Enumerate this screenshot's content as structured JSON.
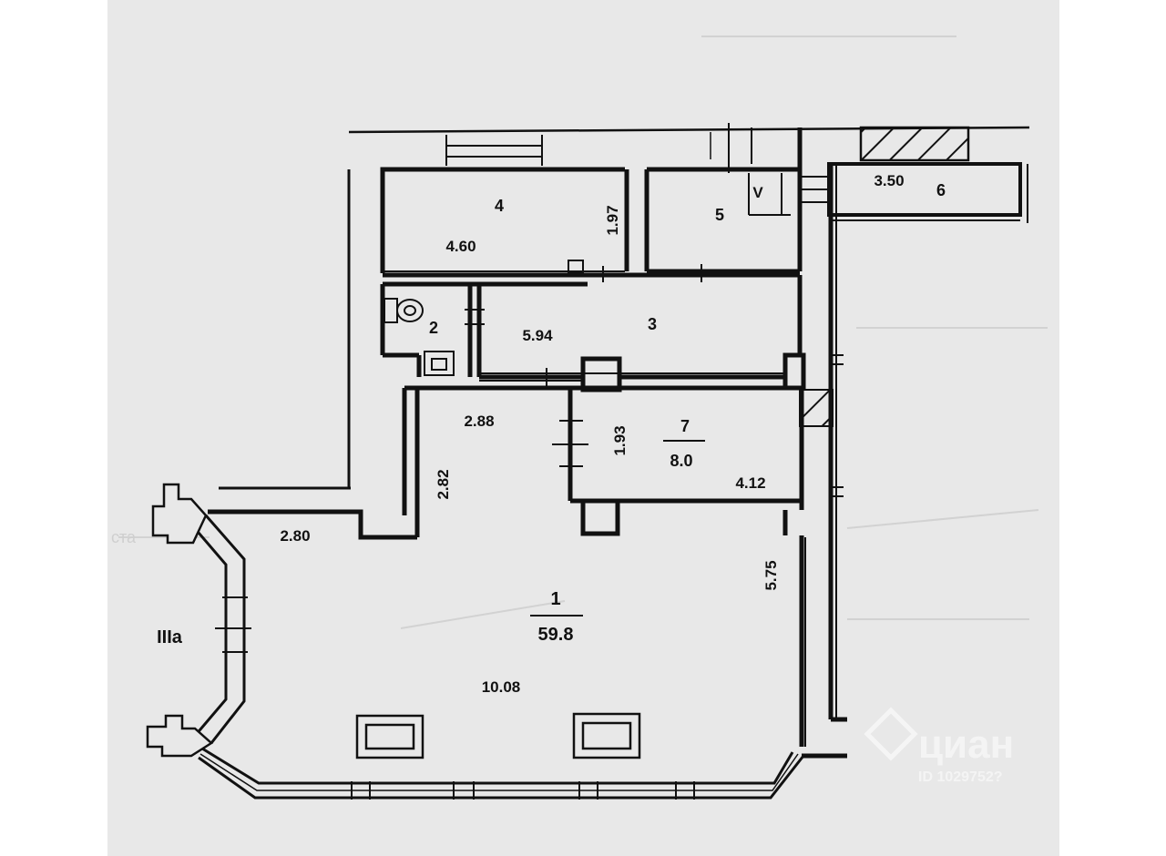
{
  "rooms": {
    "r1": {
      "number": "1",
      "area": "59.8"
    },
    "r2": {
      "number": "2"
    },
    "r3": {
      "number": "3"
    },
    "r4": {
      "number": "4"
    },
    "r5": {
      "number": "5"
    },
    "r6": {
      "number": "6"
    },
    "r7": {
      "number": "7",
      "area": "8.0"
    }
  },
  "dimensions": {
    "d_4_60": "4.60",
    "d_1_97": "1.97",
    "d_3_50": "3.50",
    "d_5_94": "5.94",
    "d_2_88": "2.88",
    "d_1_93": "1.93",
    "d_2_82": "2.82",
    "d_4_12": "4.12",
    "d_2_80": "2.80",
    "d_5_75": "5.75",
    "d_10_08": "10.08"
  },
  "section_label": "IIIa",
  "vent_mark": "V",
  "watermark": {
    "brand": "циан",
    "code": "ID 1029752?"
  },
  "margin_text": "ста"
}
